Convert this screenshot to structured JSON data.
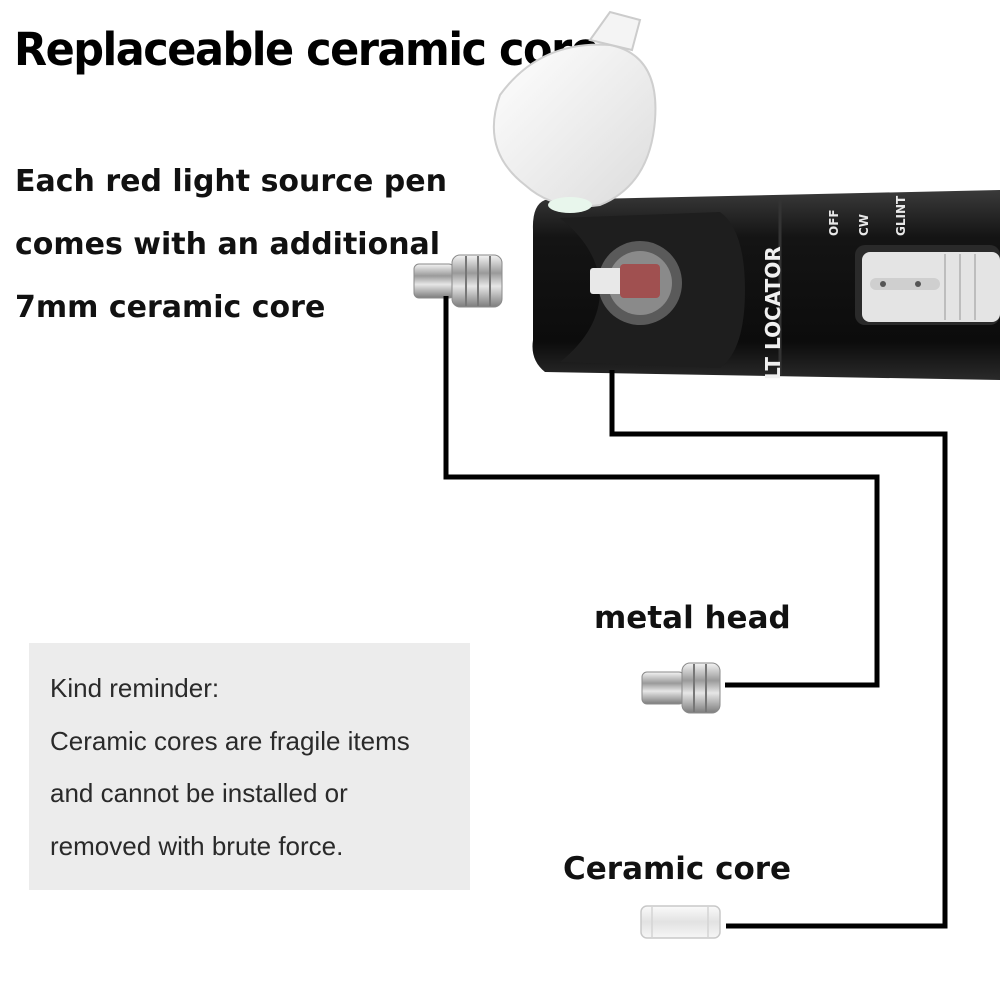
{
  "heading": "Replaceable ceramic core",
  "description": {
    "lines": [
      "Each red light source pen",
      "comes with an additional",
      "7mm ceramic core"
    ]
  },
  "reminder": {
    "lines": [
      "Kind reminder:",
      "Ceramic cores are fragile items",
      "and cannot be installed or",
      "removed with brute force."
    ],
    "background": "#ececec"
  },
  "labels": {
    "metal_head": "metal head",
    "ceramic_core": "Ceramic core"
  },
  "pen": {
    "body_text": "LT LOCATOR",
    "body_color": "#141414",
    "cap_color": "#f2f2f2"
  }
}
